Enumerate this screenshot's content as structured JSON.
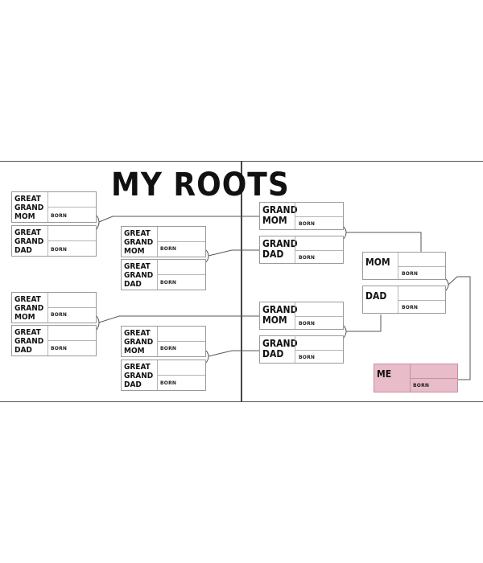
{
  "title": "MY ROOTS",
  "born_label": "BORN",
  "colors": {
    "me_box": "#e8bcc8",
    "line": "#555555"
  },
  "people": {
    "ggm_1": "GREAT\nGRAND\nMOM",
    "ggd_1": "GREAT\nGRAND\nDAD",
    "ggm_2": "GREAT\nGRAND\nMOM",
    "ggd_2": "GREAT\nGRAND\nDAD",
    "ggm_3": "GREAT\nGRAND\nMOM",
    "ggd_3": "GREAT\nGRAND\nDAD",
    "ggm_4": "GREAT\nGRAND\nMOM",
    "ggd_4": "GREAT\nGRAND\nDAD",
    "gm_1": "GRAND\nMOM",
    "gd_1": "GRAND\nDAD",
    "gm_2": "GRAND\nMOM",
    "gd_2": "GRAND\nDAD",
    "mom": "MOM",
    "dad": "DAD",
    "me": "ME"
  }
}
